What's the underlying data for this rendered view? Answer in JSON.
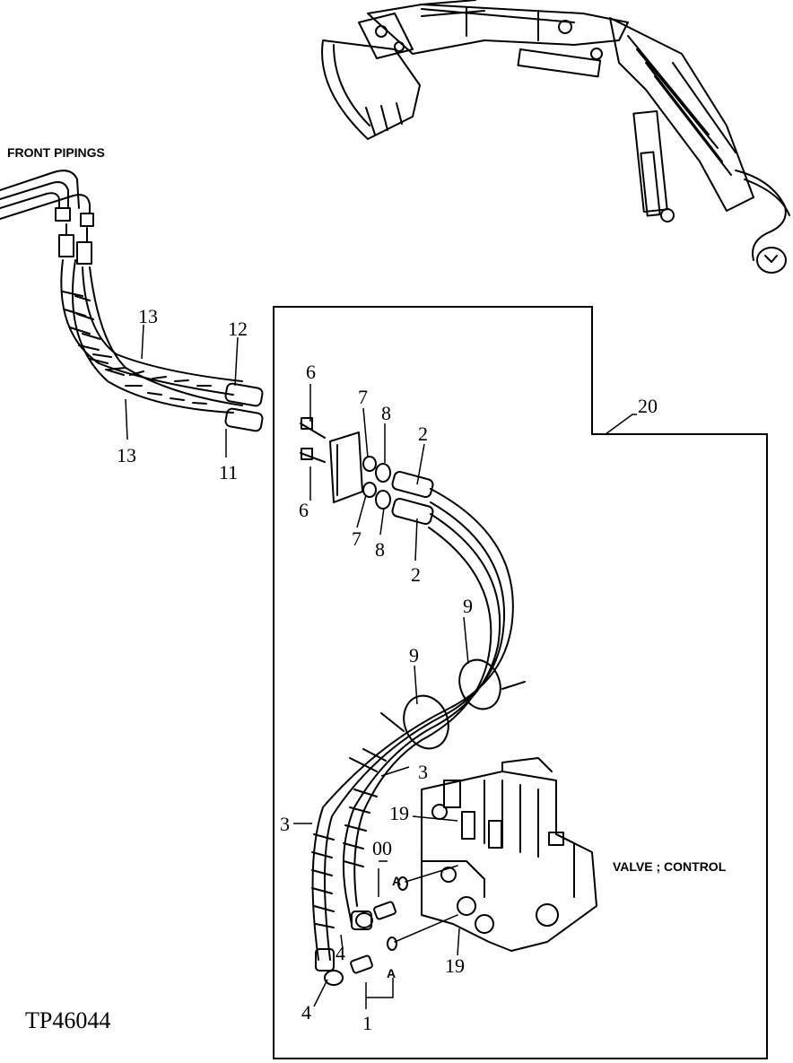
{
  "labels": {
    "front_pipings": "FRONT PIPINGS",
    "valve_control": "VALVE ; CONTROL",
    "drawing_id": "TP46044"
  },
  "callouts": {
    "p1": "1",
    "p2a": "2",
    "p2b": "2",
    "p3a": "3",
    "p3b": "3",
    "p4a": "4",
    "p4b": "4",
    "p6a": "6",
    "p6b": "6",
    "p7a": "7",
    "p7b": "7",
    "p8a": "8",
    "p8b": "8",
    "p9a": "9",
    "p9b": "9",
    "p11": "11",
    "p12": "12",
    "p13a": "13",
    "p13b": "13",
    "p19a": "19",
    "p19b": "19",
    "p20": "20",
    "p00": "00",
    "pAa": "A",
    "pAb": "A"
  }
}
